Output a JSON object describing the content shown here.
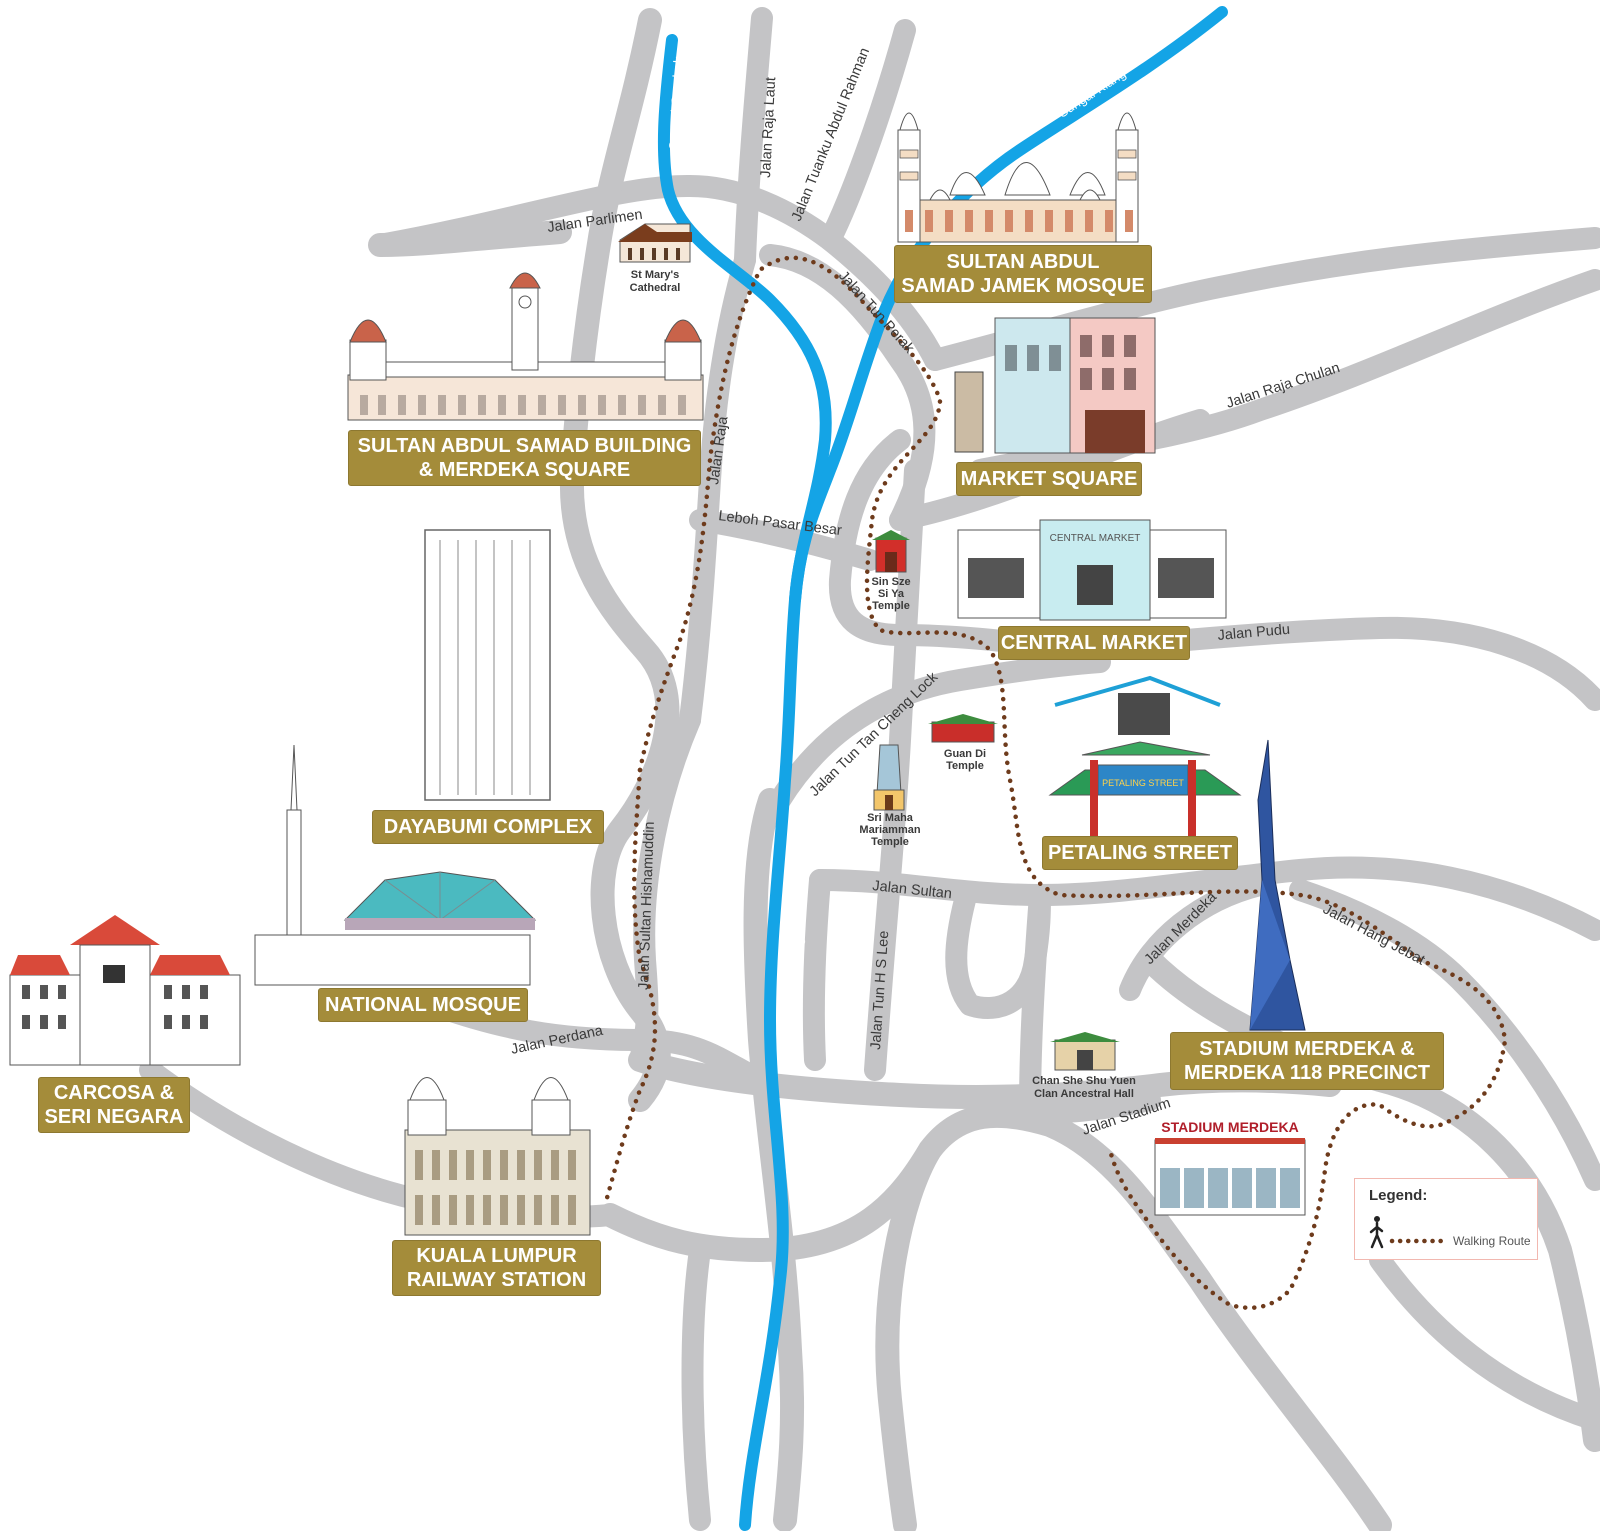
{
  "map": {
    "colors": {
      "road": "#c4c4c6",
      "river": "#14a4e6",
      "route": "#6e3b1c",
      "label_bg": "#a48c3a",
      "label_text": "#ffffff"
    },
    "streets": {
      "jalan_parlimen": "Jalan Parlimen",
      "jalan_raja_laut": "Jalan Raja Laut",
      "jalan_tuanku_abdul_rahman": "Jalan Tuanku Abdul Rahman",
      "jalan_tun_perak": "Jalan Tun Perak",
      "jalan_raja_chulan": "Jalan Raja Chulan",
      "jalan_raja": "Jalan Raja",
      "leboh_pasar_besar": "Leboh Pasar Besar",
      "jalan_pudu": "Jalan Pudu",
      "jalan_tun_tan_cheng_lock": "Jalan Tun Tan Cheng Lock",
      "jalan_sultan_hishamuddin": "Jalan Sultan Hishamuddin",
      "jalan_sultan": "Jalan Sultan",
      "jalan_merdeka": "Jalan Merdeka",
      "jalan_hang_jebat": "Jalan Hang Jebat",
      "jalan_tun_h_s_lee": "Jalan Tun H S Lee",
      "jalan_perdana": "Jalan Perdana",
      "jalan_stadium": "Jalan Stadium"
    },
    "rivers": {
      "sungai_gombak": "Sungai Gombak",
      "sungai_klang_north": "Sungai Klang",
      "sungai_klang_south": "Sungai Klang"
    },
    "small_places": {
      "st_marys_1": "St Mary's",
      "st_marys_2": "Cathedral",
      "sin_sze_1": "Sin Sze",
      "sin_sze_2": "Si Ya",
      "sin_sze_3": "Temple",
      "guan_di_1": "Guan Di",
      "guan_di_2": "Temple",
      "sri_maha_1": "Sri Maha",
      "sri_maha_2": "Mariamman",
      "sri_maha_3": "Temple",
      "chan_she_1": "Chan She Shu Yuen",
      "chan_she_2": "Clan Ancestral Hall"
    },
    "building_signs": {
      "central_market": "CENTRAL MARKET",
      "petaling_street": "PETALING STREET",
      "stadium_merdeka": "STADIUM MERDEKA"
    },
    "landmarks": {
      "jamek_mosque": [
        "SULTAN ABDUL",
        "SAMAD JAMEK MOSQUE"
      ],
      "sultan_abdul_samad": [
        "SULTAN ABDUL SAMAD BUILDING",
        "& MERDEKA SQUARE"
      ],
      "market_square": [
        "MARKET SQUARE"
      ],
      "central_market": [
        "CENTRAL MARKET"
      ],
      "dayabumi": [
        "DAYABUMI COMPLEX"
      ],
      "petaling_street": [
        "PETALING STREET"
      ],
      "national_mosque": [
        "NATIONAL MOSQUE"
      ],
      "stadium_merdeka_118": [
        "STADIUM MERDEKA &",
        "MERDEKA 118 PRECINCT"
      ],
      "carcosa": [
        "CARCOSA &",
        "SERI NEGARA"
      ],
      "kl_railway": [
        "KUALA LUMPUR",
        "RAILWAY STATION"
      ]
    },
    "legend": {
      "title": "Legend:",
      "walking_route": "Walking Route",
      "walking_icon": "walking-person-icon"
    }
  }
}
